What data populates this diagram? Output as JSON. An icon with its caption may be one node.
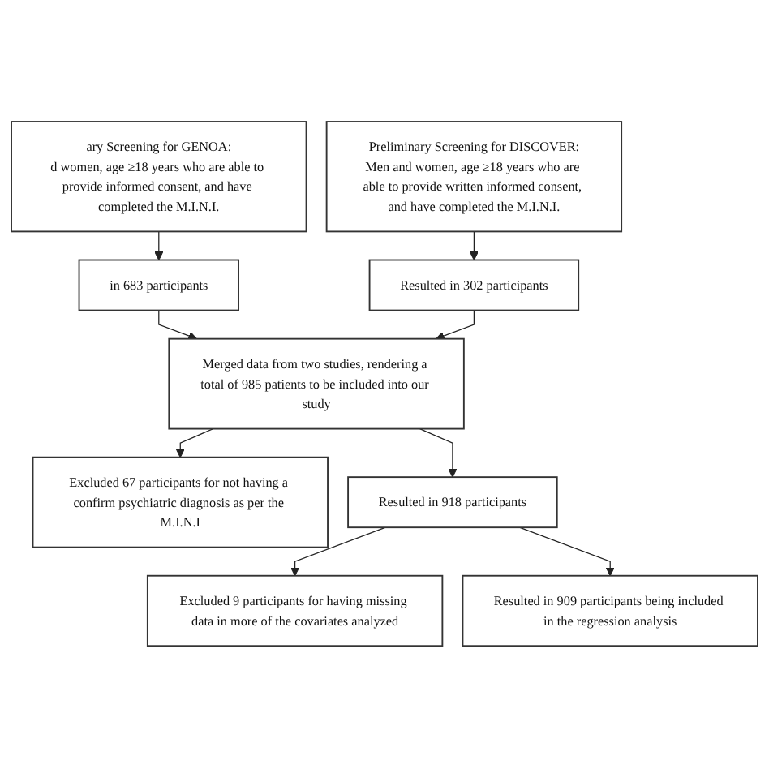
{
  "diagram": {
    "nodes": [
      {
        "text": [
          "ary Screening for GENOA:",
          "d women, age ≥18 years who are able to provide informed consent, and have completed the M.I.N.I."
        ]
      },
      {
        "text": [
          "Preliminary Screening for DISCOVER:",
          "Men and women, age ≥18 years who are able to provide written informed consent, and have completed the M.I.N.I."
        ]
      },
      {
        "text": [
          "in 683 participants"
        ]
      },
      {
        "text": [
          "Resulted in 302 participants"
        ]
      },
      {
        "text": [
          "Merged data from two studies, rendering a total of 985 patients to be included into our study"
        ]
      },
      {
        "text": [
          "Excluded 67 participants for not having a confirm psychiatric diagnosis as per the M.I.N.I"
        ]
      },
      {
        "text": [
          "Resulted in 918 participants"
        ]
      },
      {
        "text": [
          "Excluded 9 participants for having missing data in more of the covariates analyzed"
        ]
      },
      {
        "text": [
          "Resulted in 909 participants being included in the regression analysis"
        ]
      }
    ],
    "edges": [
      {
        "from": 0,
        "to": 2,
        "arrow": "to"
      },
      {
        "from": 1,
        "to": 3,
        "arrow": "to"
      },
      {
        "from": 2,
        "to": 4,
        "arrow": "to"
      },
      {
        "from": 3,
        "to": 4,
        "arrow": "to"
      },
      {
        "from": 4,
        "to": 5,
        "arrow": "to"
      },
      {
        "from": 4,
        "to": 6,
        "arrow": "to"
      },
      {
        "from": 6,
        "to": 7,
        "arrow": "to"
      },
      {
        "from": 6,
        "to": 8,
        "arrow": "to"
      }
    ]
  }
}
